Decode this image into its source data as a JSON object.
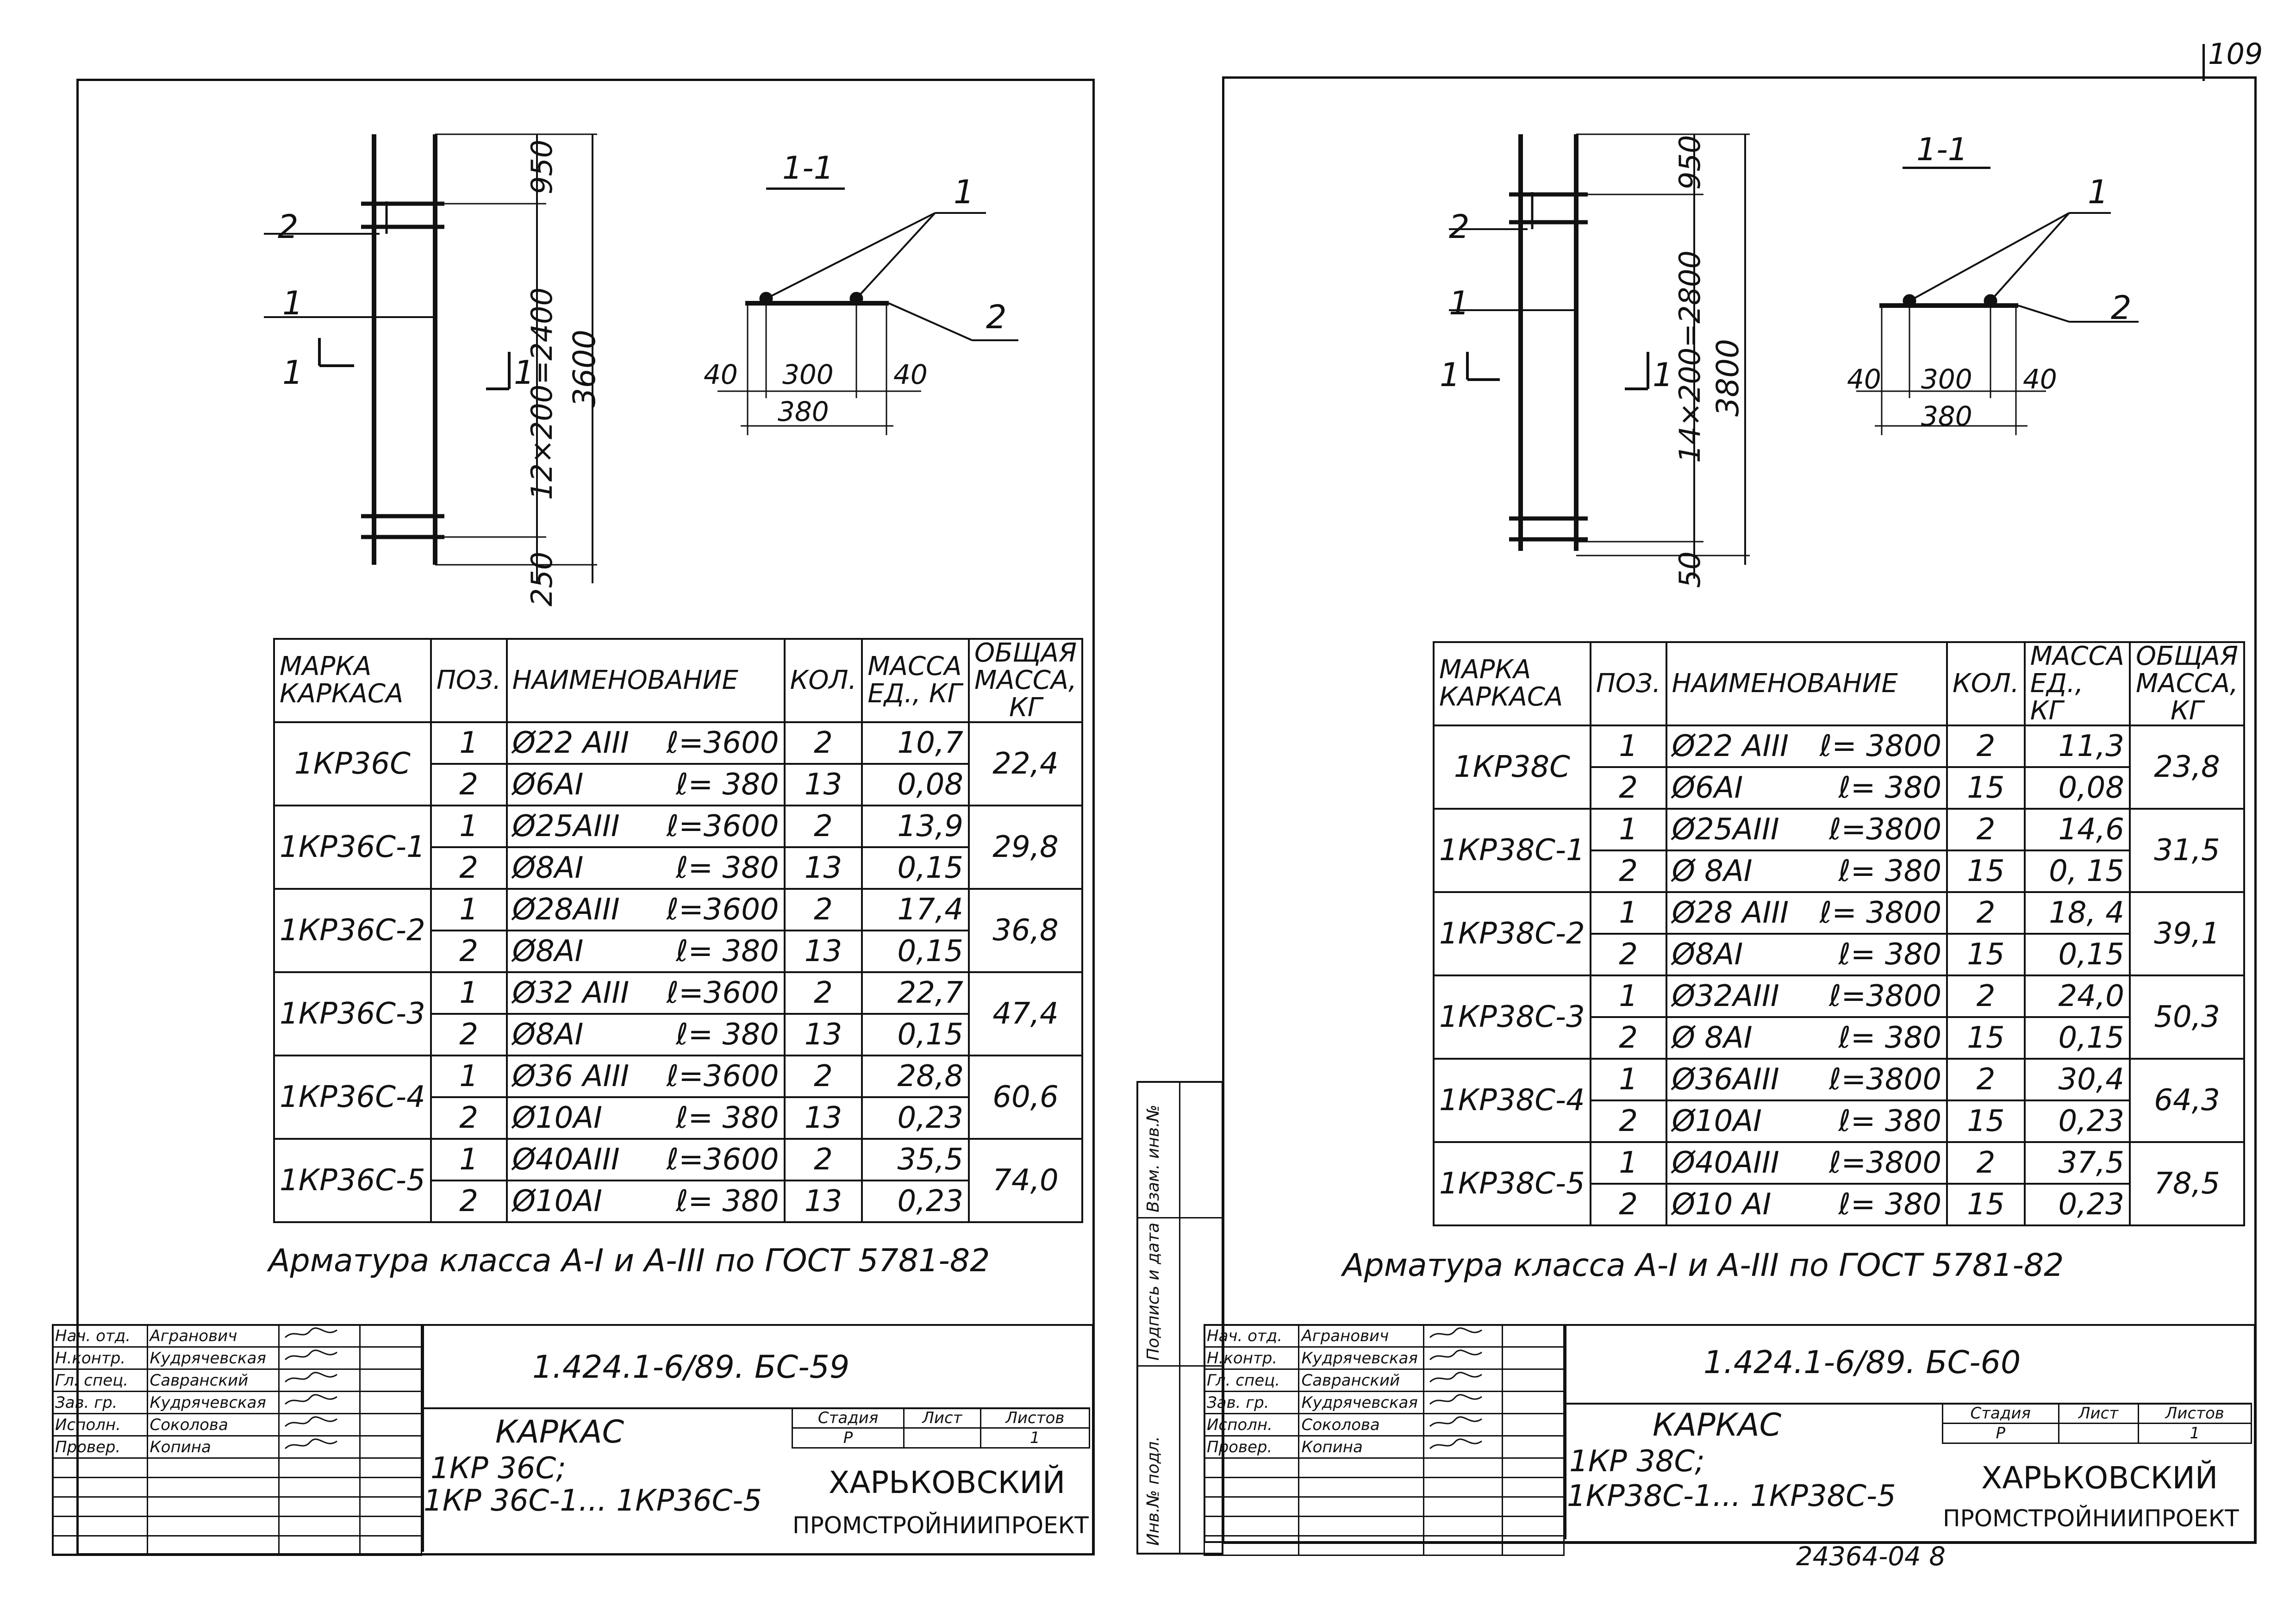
{
  "page_number": "109",
  "footer_code": "24364-04  8",
  "sheets": [
    {
      "section_label": "1-1",
      "elevation": {
        "labels": {
          "pos2": "2",
          "pos1": "1",
          "cut_left": "1",
          "cut_right": "1"
        },
        "dims": {
          "top": "950",
          "middle": "12×200=2400",
          "bottom": "250",
          "total": "3600"
        }
      },
      "section": {
        "labels": {
          "pos1": "1",
          "pos2": "2"
        },
        "dims": {
          "left": "40",
          "middle": "300",
          "right": "40",
          "total": "380"
        }
      },
      "table": {
        "headers": {
          "mark": "Марка каркаса",
          "pos": "Поз.",
          "name": "Наименование",
          "qty": "Кол.",
          "unit_mass": "Масса ед., кг",
          "total_mass": "Общая масса, кг"
        },
        "groups": [
          {
            "mark": "1КР36С",
            "total": "22,4",
            "rows": [
              {
                "pos": "1",
                "dia": "Ø22 АIII",
                "len": "ℓ=3600",
                "qty": "2",
                "mass": "10,7"
              },
              {
                "pos": "2",
                "dia": "Ø6АI",
                "len": "ℓ= 380",
                "qty": "13",
                "mass": "0,08"
              }
            ]
          },
          {
            "mark": "1КР36С-1",
            "total": "29,8",
            "rows": [
              {
                "pos": "1",
                "dia": "Ø25АIII",
                "len": "ℓ=3600",
                "qty": "2",
                "mass": "13,9"
              },
              {
                "pos": "2",
                "dia": "Ø8АI",
                "len": "ℓ= 380",
                "qty": "13",
                "mass": "0,15"
              }
            ]
          },
          {
            "mark": "1КР36С-2",
            "total": "36,8",
            "rows": [
              {
                "pos": "1",
                "dia": "Ø28АIII",
                "len": "ℓ=3600",
                "qty": "2",
                "mass": "17,4"
              },
              {
                "pos": "2",
                "dia": "Ø8АI",
                "len": "ℓ= 380",
                "qty": "13",
                "mass": "0,15"
              }
            ]
          },
          {
            "mark": "1КР36С-3",
            "total": "47,4",
            "rows": [
              {
                "pos": "1",
                "dia": "Ø32 АIII",
                "len": "ℓ=3600",
                "qty": "2",
                "mass": "22,7"
              },
              {
                "pos": "2",
                "dia": "Ø8АI",
                "len": "ℓ= 380",
                "qty": "13",
                "mass": "0,15"
              }
            ]
          },
          {
            "mark": "1КР36С-4",
            "total": "60,6",
            "rows": [
              {
                "pos": "1",
                "dia": "Ø36 АIII",
                "len": "ℓ=3600",
                "qty": "2",
                "mass": "28,8"
              },
              {
                "pos": "2",
                "dia": "Ø10АI",
                "len": "ℓ= 380",
                "qty": "13",
                "mass": "0,23"
              }
            ]
          },
          {
            "mark": "1КР36С-5",
            "total": "74,0",
            "rows": [
              {
                "pos": "1",
                "dia": "Ø40АIII",
                "len": "ℓ=3600",
                "qty": "2",
                "mass": "35,5"
              },
              {
                "pos": "2",
                "dia": "Ø10АI",
                "len": "ℓ= 380",
                "qty": "13",
                "mass": "0,23"
              }
            ]
          }
        ]
      },
      "note": "Арматура   класса    А-I и А-III по ГОСТ 5781-82",
      "title_block": {
        "roles": [
          "Нач. отд.",
          "Н.контр.",
          "Гл. спец.",
          "Зав. гр.",
          "Исполн.",
          "Провер."
        ],
        "names": [
          "Агранович",
          "Кудрячевская",
          "Савранский",
          "Кудрячевская",
          "Соколова",
          "Копина"
        ],
        "doc_code": "1.424.1-6/89.  БС-59",
        "title_word": "Каркас",
        "title_line1": "1КР 36С;",
        "title_line2": "1КР 36С-1... 1КР36С-5",
        "stage_header": [
          "Стадия",
          "Лист",
          "Листов"
        ],
        "stage_values": [
          "Р",
          "",
          "1"
        ],
        "org_line1": "ХАРЬКОВСКИЙ",
        "org_line2": "ПРОМСТРОЙНИИПРОЕКТ"
      }
    },
    {
      "section_label": "1-1",
      "elevation": {
        "labels": {
          "pos2": "2",
          "pos1": "1",
          "cut_left": "1",
          "cut_right": "1"
        },
        "dims": {
          "top": "950",
          "middle": "14×200=2800",
          "bottom": "50",
          "total": "3800"
        }
      },
      "section": {
        "labels": {
          "pos1": "1",
          "pos2": "2"
        },
        "dims": {
          "left": "40",
          "middle": "300",
          "right": "40",
          "total": "380"
        }
      },
      "table": {
        "headers": {
          "mark": "Марка каркаса",
          "pos": "Поз.",
          "name": "Наименование",
          "qty": "Кол.",
          "unit_mass": "Масса ед., кг",
          "total_mass": "Общая масса, кг"
        },
        "groups": [
          {
            "mark": "1КР38С",
            "total": "23,8",
            "rows": [
              {
                "pos": "1",
                "dia": "Ø22 АIII",
                "len": "ℓ= 3800",
                "qty": "2",
                "mass": "11,3"
              },
              {
                "pos": "2",
                "dia": "Ø6АI",
                "len": "ℓ= 380",
                "qty": "15",
                "mass": "0,08"
              }
            ]
          },
          {
            "mark": "1КР38С-1",
            "total": "31,5",
            "rows": [
              {
                "pos": "1",
                "dia": "Ø25АIII",
                "len": "ℓ=3800",
                "qty": "2",
                "mass": "14,6"
              },
              {
                "pos": "2",
                "dia": "Ø 8АI",
                "len": "ℓ= 380",
                "qty": "15",
                "mass": "0, 15"
              }
            ]
          },
          {
            "mark": "1КР38С-2",
            "total": "39,1",
            "rows": [
              {
                "pos": "1",
                "dia": "Ø28 АIII",
                "len": "ℓ= 3800",
                "qty": "2",
                "mass": "18, 4"
              },
              {
                "pos": "2",
                "dia": "Ø8АI",
                "len": "ℓ= 380",
                "qty": "15",
                "mass": "0,15"
              }
            ]
          },
          {
            "mark": "1КР38С-3",
            "total": "50,3",
            "rows": [
              {
                "pos": "1",
                "dia": "Ø32АIII",
                "len": "ℓ=3800",
                "qty": "2",
                "mass": "24,0"
              },
              {
                "pos": "2",
                "dia": "Ø 8АI",
                "len": "ℓ= 380",
                "qty": "15",
                "mass": "0,15"
              }
            ]
          },
          {
            "mark": "1КР38С-4",
            "total": "64,3",
            "rows": [
              {
                "pos": "1",
                "dia": "Ø36АIII",
                "len": "ℓ=3800",
                "qty": "2",
                "mass": "30,4"
              },
              {
                "pos": "2",
                "dia": "Ø10АI",
                "len": "ℓ= 380",
                "qty": "15",
                "mass": "0,23"
              }
            ]
          },
          {
            "mark": "1КР38С-5",
            "total": "78,5",
            "rows": [
              {
                "pos": "1",
                "dia": "Ø40АIII",
                "len": "ℓ=3800",
                "qty": "2",
                "mass": "37,5"
              },
              {
                "pos": "2",
                "dia": "Ø10 АI",
                "len": "ℓ= 380",
                "qty": "15",
                "mass": "0,23"
              }
            ]
          }
        ]
      },
      "note": "Арматура   класса   А-I и А-III  по ГОСТ 5781-82",
      "title_block": {
        "roles": [
          "Нач. отд.",
          "Н.контр.",
          "Гл. спец.",
          "Зав. гр.",
          "Исполн.",
          "Провер."
        ],
        "names": [
          "Агранович",
          "Кудрячевская",
          "Савранский",
          "Кудрячевская",
          "Соколова",
          "Копина"
        ],
        "doc_code": "1.424.1-6/89.   БС-60",
        "title_word": "Каркас",
        "title_line1": "1КР 38С;",
        "title_line2": "1КР38С-1... 1КР38С-5",
        "stage_header": [
          "Стадия",
          "Лист",
          "Листов"
        ],
        "stage_values": [
          "Р",
          "",
          "1"
        ],
        "org_line1": "ХАРЬКОВСКИЙ",
        "org_line2": "ПРОМСТРОЙНИИПРОЕКТ"
      },
      "side_stamp": [
        "Инв.№ подл.",
        "Подпись и дата",
        "Взам. инв.№"
      ]
    }
  ]
}
